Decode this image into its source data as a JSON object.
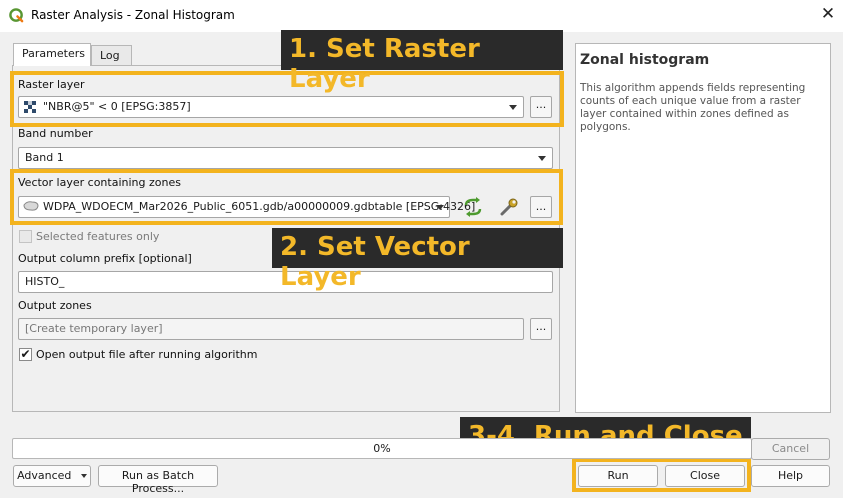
{
  "window": {
    "title": "Raster Analysis - Zonal Histogram",
    "close_glyph": "✕"
  },
  "tabs": [
    {
      "label": "Parameters"
    },
    {
      "label": "Log"
    }
  ],
  "params": {
    "raster_label": "Raster layer",
    "raster_value": "\"NBR@5\" < 0 [EPSG:3857]",
    "band_label": "Band number",
    "band_value": "Band 1",
    "vector_label": "Vector layer containing zones",
    "vector_value": "WDPA_WDOECM_Mar2026_Public_6051.gdb/a00000009.gdbtable [EPSG:4326]",
    "selected_only_label": "Selected features only",
    "prefix_label": "Output column prefix [optional]",
    "prefix_value": "HISTO_",
    "output_label": "Output zones",
    "output_placeholder": "[Create temporary layer]",
    "open_label": "Open output file after running algorithm",
    "open_checked": "✔",
    "browse": "..."
  },
  "callouts": {
    "one": "1. Set Raster Layer",
    "two": "2. Set Vector Layer",
    "three": "3-4. Run and Close"
  },
  "help": {
    "title": "Zonal histogram",
    "body": "This algorithm appends fields representing counts of each unique value from a raster layer contained within zones defined as polygons."
  },
  "progress": {
    "value_percent": 0,
    "text": "0%"
  },
  "buttons": {
    "advanced": "Advanced",
    "batch": "Run as Batch Process...",
    "cancel": "Cancel",
    "run": "Run",
    "close": "Close",
    "help": "Help"
  },
  "colors": {
    "highlight": "#f3b31e",
    "callout_bg": "#2a2a2a",
    "qgis_green": "#589632"
  }
}
